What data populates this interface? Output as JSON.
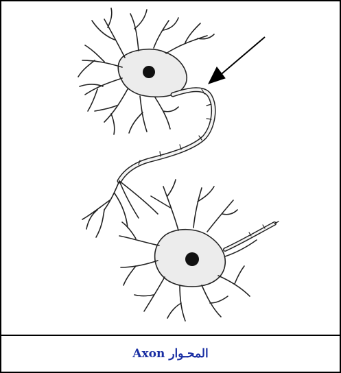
{
  "caption": {
    "arabic": "المحـوار",
    "english": "Axon",
    "color": "#1a2fa3"
  },
  "figure": {
    "subject": "neuron-with-axon",
    "arrow_target": "axon"
  }
}
